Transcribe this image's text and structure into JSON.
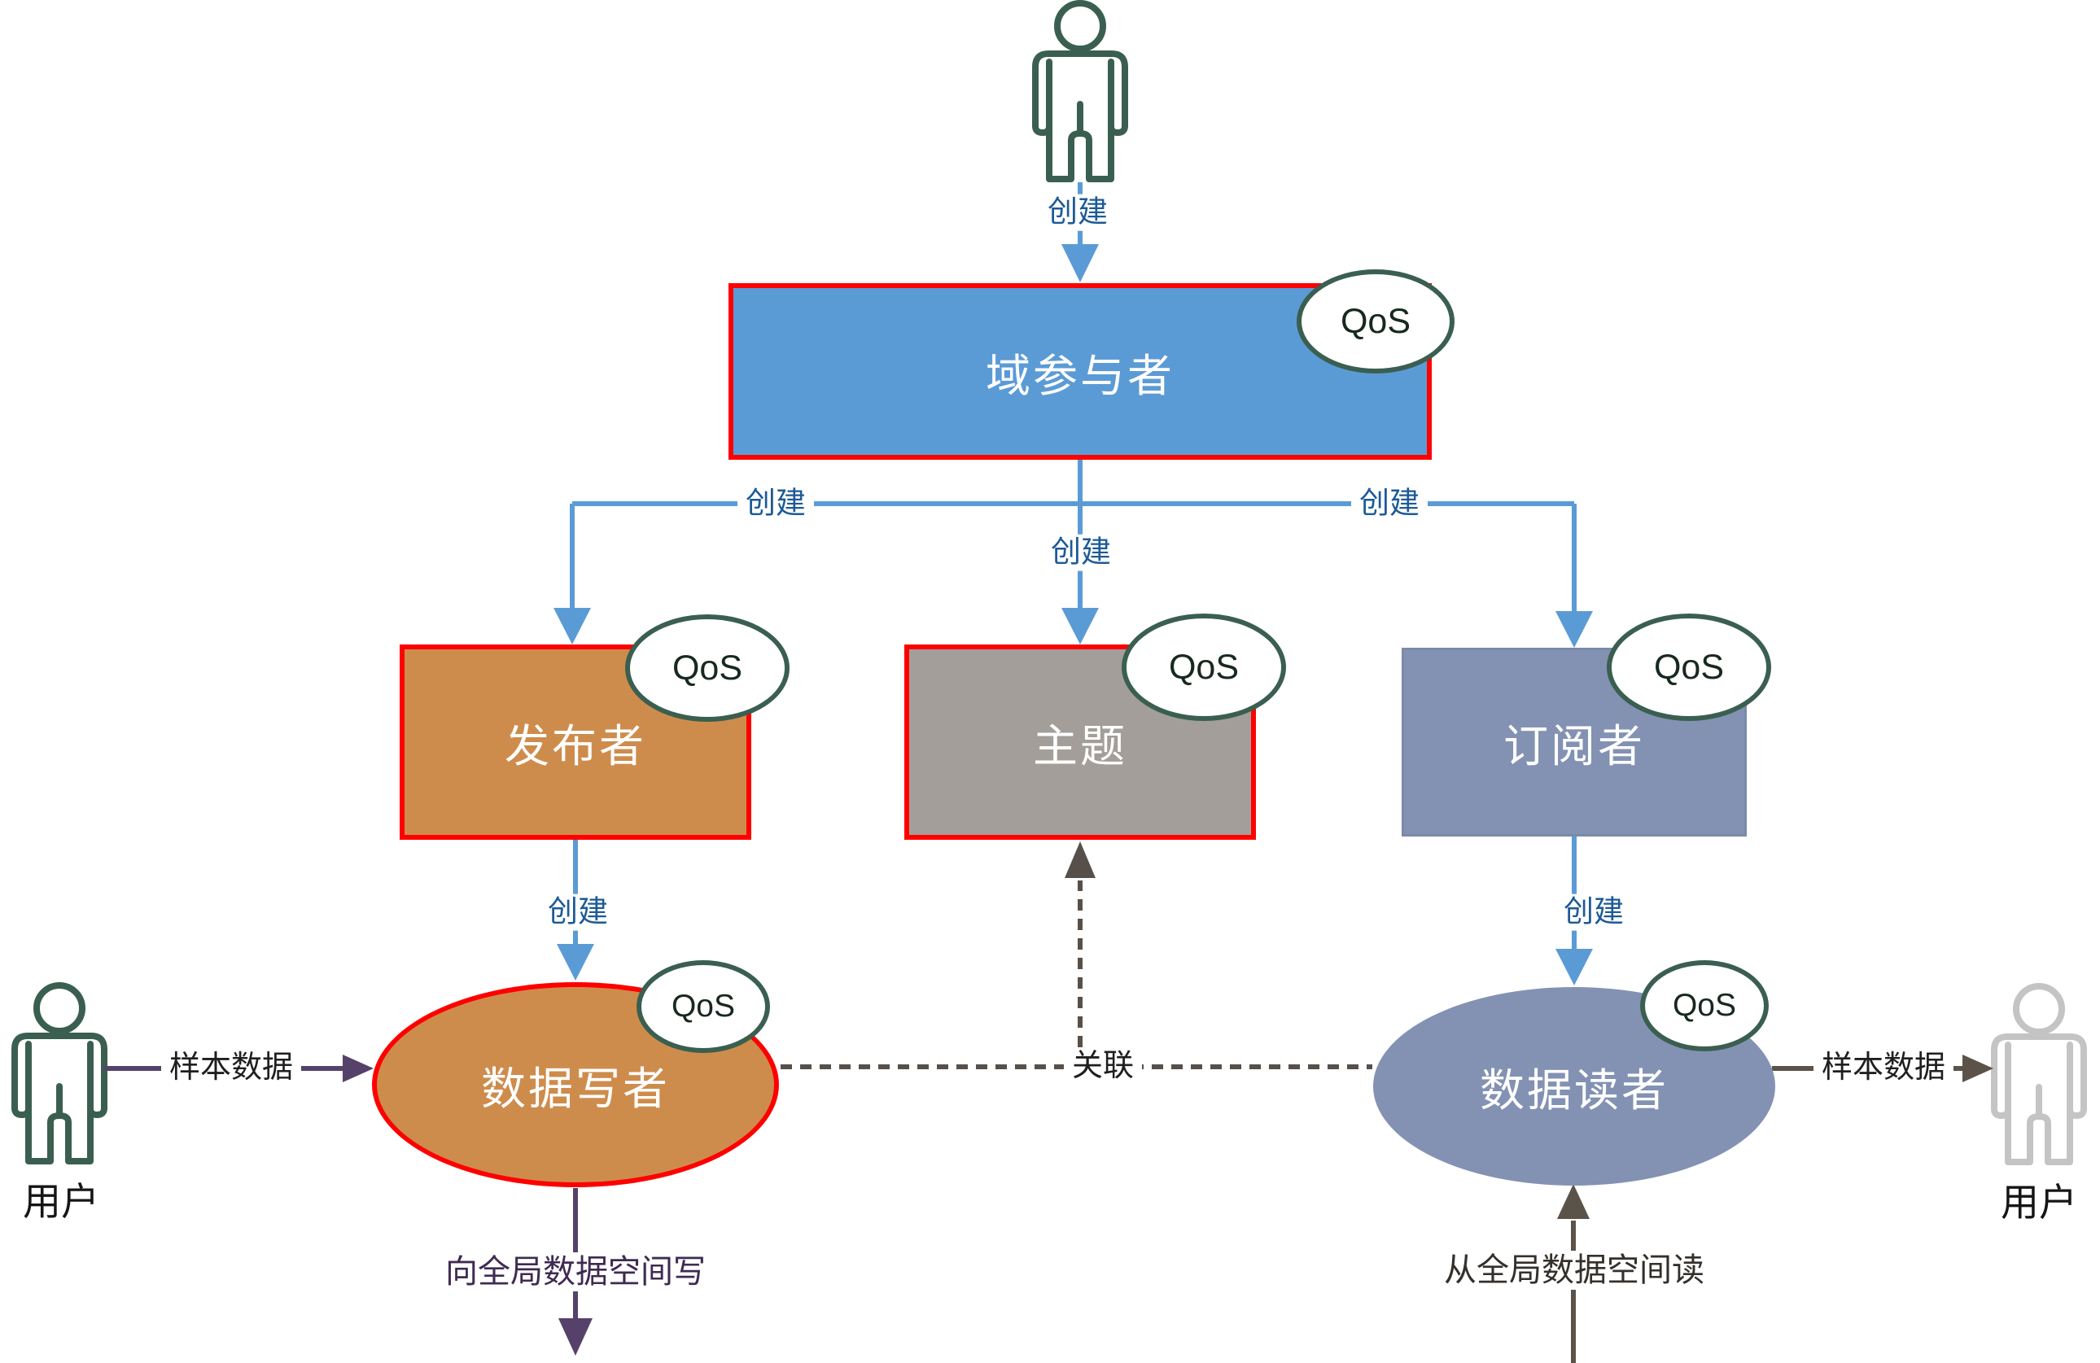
{
  "diagram": {
    "type": "DDS publish-subscribe architecture diagram",
    "qos_badge": {
      "label": "QoS",
      "border_color": "#3A5F50",
      "fill": "#FFFFFF"
    },
    "nodes": {
      "domain_participant": {
        "label": "域参与者",
        "shape": "rectangle",
        "fill": "#5B9BD5",
        "border": "#FF0000"
      },
      "publisher": {
        "label": "发布者",
        "shape": "rectangle",
        "fill": "#CE8C4C",
        "border": "#FF0000"
      },
      "topic": {
        "label": "主题",
        "shape": "rectangle",
        "fill": "#A39E99",
        "border": "#FF0000"
      },
      "subscriber": {
        "label": "订阅者",
        "shape": "rectangle",
        "fill": "#8392B3",
        "border": "#7A8AA8"
      },
      "data_writer": {
        "label": "数据写者",
        "shape": "ellipse",
        "fill": "#CE8C4C",
        "border": "#FF0000"
      },
      "data_reader": {
        "label": "数据读者",
        "shape": "ellipse",
        "fill": "#8392B3",
        "border": "#8392B3"
      }
    },
    "actors": {
      "top_user": {
        "icon": "person-outline",
        "color": "#3A5F50",
        "label": ""
      },
      "left_user": {
        "icon": "person-outline",
        "color": "#3A5F50",
        "label": "用户"
      },
      "right_user": {
        "icon": "person-outline",
        "color": "#C4C4C4",
        "label": "用户"
      }
    },
    "edges": {
      "create_top": {
        "label": "创建",
        "from": "top_user",
        "to": "domain_participant",
        "color": "#5B9BD5"
      },
      "create_left": {
        "label": "创建",
        "from": "domain_participant",
        "to": "publisher",
        "color": "#5B9BD5"
      },
      "create_middle": {
        "label": "创建",
        "from": "domain_participant",
        "to": "topic",
        "color": "#5B9BD5"
      },
      "create_right": {
        "label": "创建",
        "from": "domain_participant",
        "to": "subscriber",
        "color": "#5B9BD5"
      },
      "create_writer": {
        "label": "创建",
        "from": "publisher",
        "to": "data_writer",
        "color": "#5B9BD5"
      },
      "create_reader": {
        "label": "创建",
        "from": "subscriber",
        "to": "data_reader",
        "color": "#5B9BD5"
      },
      "sample_data_left": {
        "label": "样本数据",
        "from": "left_user",
        "to": "data_writer",
        "color": "#56416B"
      },
      "sample_data_right": {
        "label": "样本数据",
        "from": "data_reader",
        "to": "right_user",
        "color": "#5B5249"
      },
      "association": {
        "label": "关联",
        "from": "data_writer",
        "to": "data_reader",
        "style": "dashed",
        "color": "#57504A"
      },
      "write_global": {
        "label": "向全局数据空间写",
        "from": "data_writer",
        "color": "#56416B"
      },
      "read_global": {
        "label": "从全局数据空间读",
        "to": "data_reader",
        "color": "#5B5249"
      }
    }
  }
}
